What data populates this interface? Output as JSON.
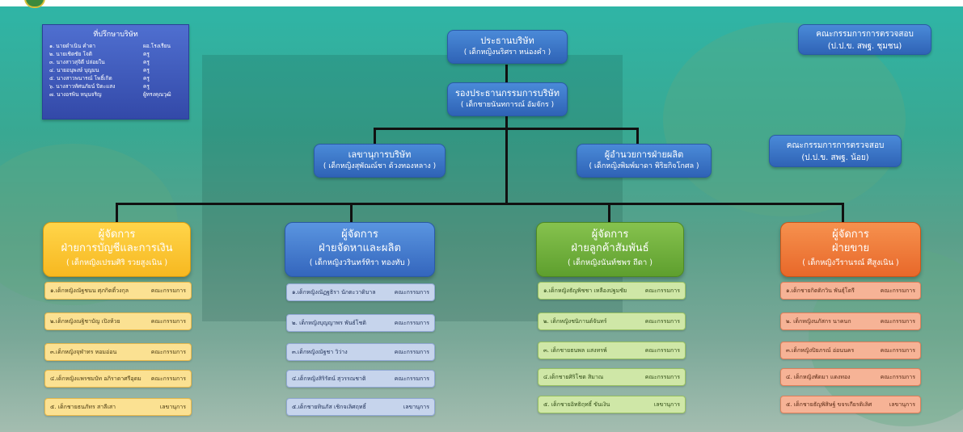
{
  "colors": {
    "yellow": "#fbc02d",
    "blue": "#3f7bd1",
    "green": "#6cad3b",
    "orange": "#f07a35",
    "lines": "#111111"
  },
  "top": {
    "president": {
      "title": "ประธานบริษัท",
      "name": "( เด็กหญิงนริศรา หน่องคำ )"
    },
    "vice_president": {
      "title": "รองประธานกรรมการบริษัท",
      "name": "( เด็กชายนันทการณ์ อัมจักร )"
    },
    "secretary": {
      "title": "เลขานุการบริษัท",
      "name": "( เด็กหญิงสุพัณณ์ชา ด้วงทองหลาง )"
    },
    "production": {
      "title": "ผู้อำนวยการฝ่ายผลิต",
      "name": "( เด็กหญิงพิมพ์มาดา พิริยกิจโกศล )"
    }
  },
  "advisors": {
    "title": "ที่ปรึกษาบริษัท",
    "items": [
      {
        "name": "๑. นายดำเนิน คำดา",
        "role": "ผอ.โรงเรียน"
      },
      {
        "name": "๒. นายเชิดชัย โจติ",
        "role": "ครู"
      },
      {
        "name": "๓. นางสาวสุจิตี ปล่อยใน",
        "role": "ครู"
      },
      {
        "name": "๔. นายอนุพงษ์ บุญมน",
        "role": "ครู"
      },
      {
        "name": "๕. นางสาวพนารณ์ โพธิ์เกิด",
        "role": "ครู"
      },
      {
        "name": "๖. นางสาวทัศนภัยน์ ปิตะแสง",
        "role": "ครู"
      },
      {
        "name": "๗. นางอรพิน หนุนจริญ",
        "role": "ผู้ทรงคุณวุฒิ"
      }
    ]
  },
  "audit_top": {
    "title": "คณะกรรมการการตรวจสอบ",
    "subtitle": "(ป.ป.ข. สพฐ. ชุมชน)"
  },
  "audit_mid": {
    "title": "คณะกรรมการการตรวจสอบ",
    "subtitle": "(ป.ป.ข. สพฐ. น้อย)"
  },
  "departments": [
    {
      "line1": "ผู้จัดการ",
      "line2": "ฝ่ายการบัญชีและการเงิน",
      "manager": "( เด็กหญิงเปรมศิริ รวยสูงเนิน )",
      "members": [
        {
          "name": "๑.เด็กหญิงณัฐชนน ศุภกิตติ์วงกุล",
          "role": "คณะกรรมการ"
        },
        {
          "name": "๒.เด็กหญิงณฐิชาบัญ เปิงห้วย",
          "role": "คณะกรรมการ"
        },
        {
          "name": "๓.เด็กหญิงจุฬาทร หอมอ่อน",
          "role": "คณะกรรมการ"
        },
        {
          "name": "๔.เด็กหญิงแพรชมบัท อภิราดาศรีอุดม",
          "role": "คณะกรรมการ"
        },
        {
          "name": "๕. เด็กชายธนภัทร สาลีเสา",
          "role": "เลขานุการ"
        }
      ]
    },
    {
      "line1": "ผู้จัดการ",
      "line2": "ฝ่ายจัดหาและผลิต",
      "manager": "( เด็กหญิงวรินทร์ทิรา ทองทับ )",
      "members": [
        {
          "name": "๑.เด็กหญิงณัฏฐธิรา นักตะวาดิบาล",
          "role": "คณะกรรมการ"
        },
        {
          "name": "๒. เด็กหญิงบุญญาพร พันธ์โชติ",
          "role": "คณะกรรมการ"
        },
        {
          "name": "๓.เด็กหญิงณัฐชา วิว่าง",
          "role": "คณะกรรมการ"
        },
        {
          "name": "๔.เด็กหญิงสิริรัตน์ สุวรรณชาติ",
          "role": "คณะกรรมการ"
        },
        {
          "name": "๕.เด็กชายทินภัส เชิกจเลิศฤทธิ์",
          "role": "เลขานุการ"
        }
      ]
    },
    {
      "line1": "ผู้จัดการ",
      "line2": "ฝ่ายลูกค้าสัมพันธ์",
      "manager": "( เด็กหญิงนันท์ชพร ถีดา )",
      "members": [
        {
          "name": "๑.เด็กหญิงธัญพิชชา เหลืองปฐมชัย",
          "role": "คณะกรรมการ"
        },
        {
          "name": "๒. เด็กหญิงชนิกานต์จันทร์",
          "role": "คณะกรรมการ"
        },
        {
          "name": "๓. เด็กชายธนพล แสงทรพ์",
          "role": "คณะกรรมการ"
        },
        {
          "name": "๔.เด็กชายศิริโชต สิมาณ",
          "role": "คณะกรรมการ"
        },
        {
          "name": "๕. เด็กชายอิทธิฤทธิ์ ขันเงิน",
          "role": "เลขานุการ"
        }
      ]
    },
    {
      "line1": "ผู้จัดการ",
      "line2": "ฝ่ายขาย",
      "manager": "( เด็กหญิงวีรานรณ์ ศีสูงเนิน )",
      "members": [
        {
          "name": "๑.เด็กชายกิตติกวิน พันธุ์โตรี",
          "role": "คณะกรรมการ"
        },
        {
          "name": "๒. เด็กหญิงนภัสกร นาคนก",
          "role": "คณะกรรมการ"
        },
        {
          "name": "๓.เด็กหญิงปิยภรณ์ อ่อนนคร",
          "role": "คณะกรรมการ"
        },
        {
          "name": "๔. เด็กหญิงพัดมา แดงทอง",
          "role": "คณะกรรมการ"
        },
        {
          "name": "๕. เด็กชายธัญพิสิษฐ์ ขจรเกียรติเลิศ",
          "role": "เลขานุการ"
        }
      ]
    }
  ]
}
